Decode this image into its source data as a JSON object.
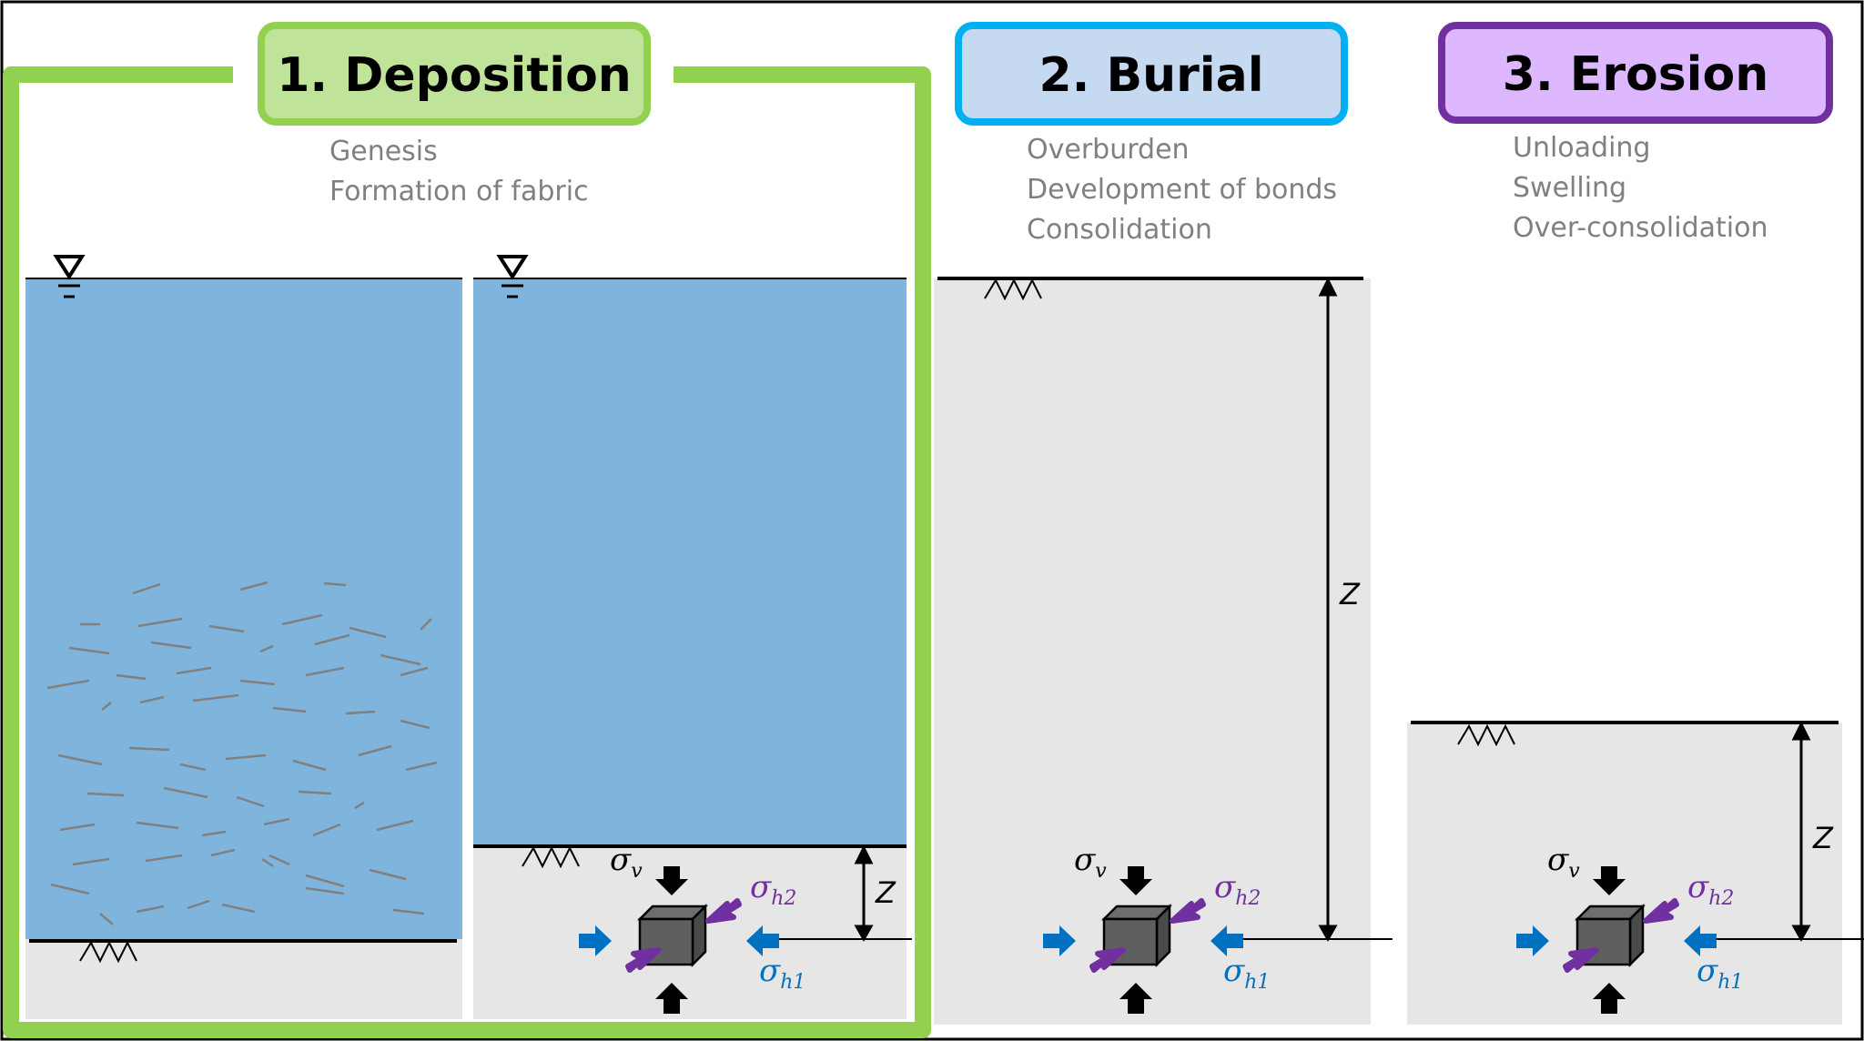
{
  "colors": {
    "deposition_border": "#92D050",
    "deposition_fill": "#BFE399",
    "burial_border": "#00B0F0",
    "burial_fill": "#C5D9F1",
    "erosion_border": "#7030A0",
    "erosion_fill": "#DDB8FF",
    "water": "#7FB5DD",
    "soil": "#E6E6E6",
    "description_text": "#808080",
    "sigma_h2": "#7030A0",
    "sigma_h1": "#0070C0"
  },
  "stages": [
    {
      "title": "1. Deposition",
      "description": [
        "Genesis",
        "Formation of fabric"
      ]
    },
    {
      "title": "2. Burial",
      "description": [
        "Overburden",
        "Development of bonds",
        "Consolidation"
      ]
    },
    {
      "title": "3. Erosion",
      "description": [
        "Unloading",
        "Swelling",
        "Over-consolidation"
      ]
    }
  ],
  "labels": {
    "depth": "Z",
    "sigma": "σ",
    "sub_v": "v",
    "sub_h1": "h1",
    "sub_h2": "h2"
  },
  "icons": {
    "water_table": "water-table-symbol",
    "ground": "ground-hatch-symbol",
    "element": "soil-element-cube"
  }
}
